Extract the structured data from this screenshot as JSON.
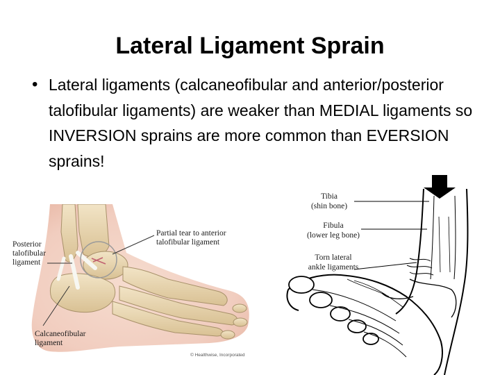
{
  "slide": {
    "title": "Lateral Ligament Sprain",
    "bullet": "Lateral ligaments (calcaneofibular and anterior/posterior talofibular ligaments) are weaker than MEDIAL ligaments so INVERSION sprains are more common than EVERSION sprains!"
  },
  "figure_left": {
    "labels": {
      "posterior_1": "Posterior",
      "posterior_2": "talofibular",
      "posterior_3": "ligament",
      "partial_1": "Partial tear to anterior",
      "partial_2": "talofibular ligament",
      "calcaneo_1": "Calcaneofibular",
      "calcaneo_2": "ligament"
    },
    "copyright": "© Healthwise, Incorporated"
  },
  "figure_right": {
    "labels": {
      "tibia_1": "Tibia",
      "tibia_2": "(shin bone)",
      "fibula_1": "Fibula",
      "fibula_2": "(lower leg bone)",
      "torn_1": "Torn lateral",
      "torn_2": "ankle ligaments"
    }
  },
  "colors": {
    "skin": "#f1cdbf",
    "bone": "#e9d6b3",
    "ligament": "#f5f5f0"
  }
}
